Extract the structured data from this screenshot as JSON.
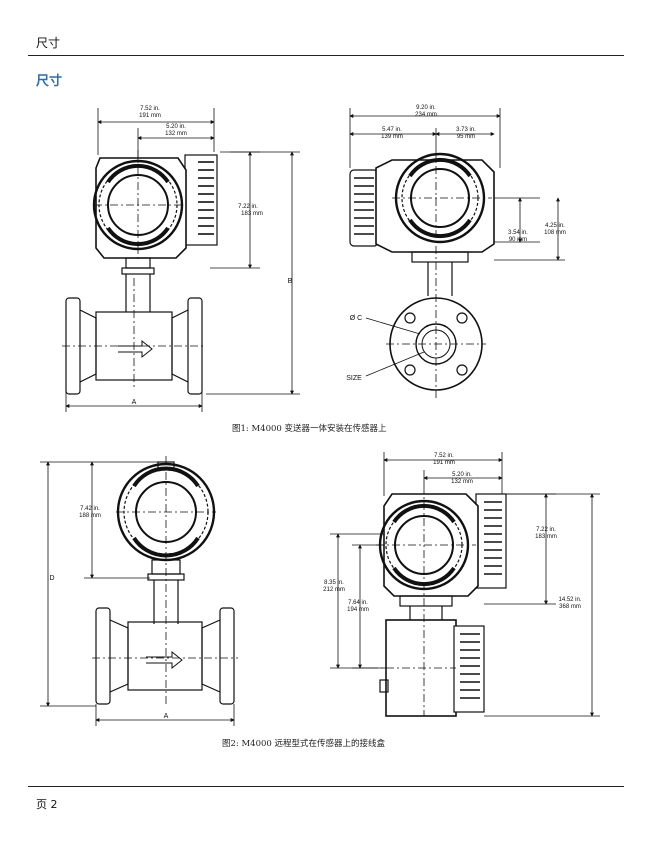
{
  "header": {
    "title": "尺寸"
  },
  "section": {
    "title": "尺寸"
  },
  "figure1": {
    "caption": "图1: M4000 变送器一体安装在传感器上",
    "dims": {
      "w1_in": "7.52 in.",
      "w1_mm": "191 mm",
      "w2_in": "5.20 in.",
      "w2_mm": "132 mm",
      "h1_in": "7.22 in.",
      "h1_mm": "183 mm",
      "b": "B",
      "a": "A",
      "w3_in": "9.20 in.",
      "w3_mm": "234 mm",
      "w4_in": "5.47 in.",
      "w4_mm": "139 mm",
      "w5_in": "3.73 in.",
      "w5_mm": "95 mm",
      "h2_in": "3.54 in.",
      "h2_mm": "90 mm",
      "h3_in": "4.25 in.",
      "h3_mm": "108 mm",
      "phi_c": "Ø C",
      "size": "SIZE"
    }
  },
  "figure2": {
    "caption": "图2: M4000 远程型式在传感器上的接线盒",
    "dims": {
      "h1_in": "7.42 in.",
      "h1_mm": "188 mm",
      "d": "D",
      "a": "A",
      "w1_in": "7.52 in.",
      "w1_mm": "191 mm",
      "w2_in": "5.20 in.",
      "w2_mm": "132 mm",
      "h2_in": "7.22 in.",
      "h2_mm": "183 mm",
      "h3_in": "8.35 in.",
      "h3_mm": "212 mm",
      "h4_in": "7.64 in.",
      "h4_mm": "194 mm",
      "h5_in": "14.52 in.",
      "h5_mm": "368 mm"
    }
  },
  "footer": {
    "page": "页 2"
  }
}
